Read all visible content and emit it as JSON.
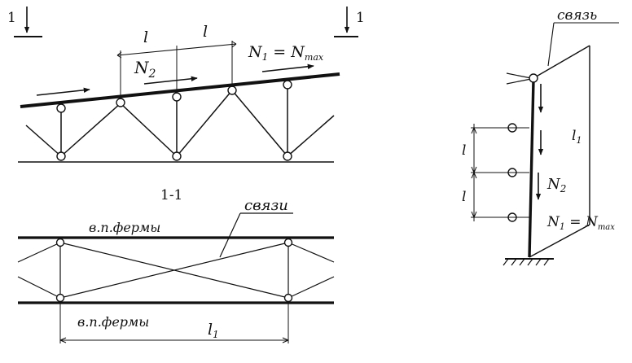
{
  "labels": {
    "section_marker": "1",
    "section_title": "1-1",
    "span_l": "l",
    "force_n1": "N",
    "sub_1": "1",
    "eq": " = ",
    "force_nmax": "N",
    "sub_max": "max",
    "force_n2": "N",
    "sub_2": "2",
    "bracing_plural": "связи",
    "chord_label": "в.п.фермы",
    "span_l1": "l",
    "bracing_single": "связь"
  }
}
